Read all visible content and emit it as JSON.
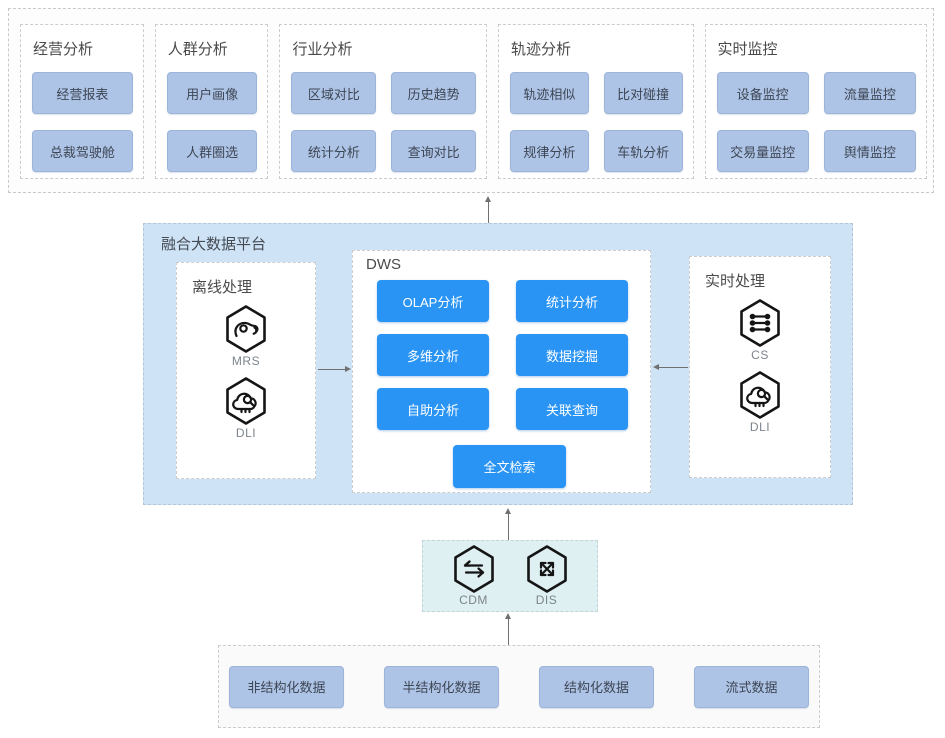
{
  "colors": {
    "app_chip_fill": "#aec4e6",
    "app_chip_border": "#9db4da",
    "dws_button_blue": "#2a94f4",
    "platform_bg": "#cfe3f7",
    "ingest_bg": "#def0f2",
    "arrow_gray": "#707070"
  },
  "app_groups": [
    {
      "id": "business",
      "title": "经营分析",
      "cols": 1,
      "buttons": [
        "经营报表",
        "总裁驾驶舱"
      ]
    },
    {
      "id": "crowd",
      "title": "人群分析",
      "cols": 1,
      "buttons": [
        "用户画像",
        "人群圈选"
      ]
    },
    {
      "id": "industry",
      "title": "行业分析",
      "cols": 2,
      "buttons": [
        "区域对比",
        "历史趋势",
        "统计分析",
        "查询对比"
      ]
    },
    {
      "id": "trajectory",
      "title": "轨迹分析",
      "cols": 2,
      "buttons": [
        "轨迹相似",
        "比对碰撞",
        "规律分析",
        "车轨分析"
      ]
    },
    {
      "id": "monitoring",
      "title": "实时监控",
      "cols": 2,
      "buttons": [
        "设备监控",
        "流量监控",
        "交易量监控",
        "舆情监控"
      ]
    }
  ],
  "platform": {
    "title": "融合大数据平台",
    "offline": {
      "title": "离线处理",
      "services": [
        {
          "name": "MRS",
          "icon": "mrs-elephant-icon"
        },
        {
          "name": "DLI",
          "icon": "dli-cloud-search-icon"
        }
      ]
    },
    "dws": {
      "title": "DWS",
      "buttons": [
        "OLAP分析",
        "统计分析",
        "多维分析",
        "数据挖掘",
        "自助分析",
        "关联查询"
      ],
      "bottom_button": "全文检索"
    },
    "realtime": {
      "title": "实时处理",
      "services": [
        {
          "name": "CS",
          "icon": "cs-stream-icon"
        },
        {
          "name": "DLI",
          "icon": "dli-cloud-search-icon"
        }
      ]
    }
  },
  "ingestion": {
    "services": [
      {
        "name": "CDM",
        "icon": "cdm-transfer-icon"
      },
      {
        "name": "DIS",
        "icon": "dis-arrows-icon"
      }
    ]
  },
  "data_sources": {
    "buttons": [
      "非结构化数据",
      "半结构化数据",
      "结构化数据",
      "流式数据"
    ]
  }
}
